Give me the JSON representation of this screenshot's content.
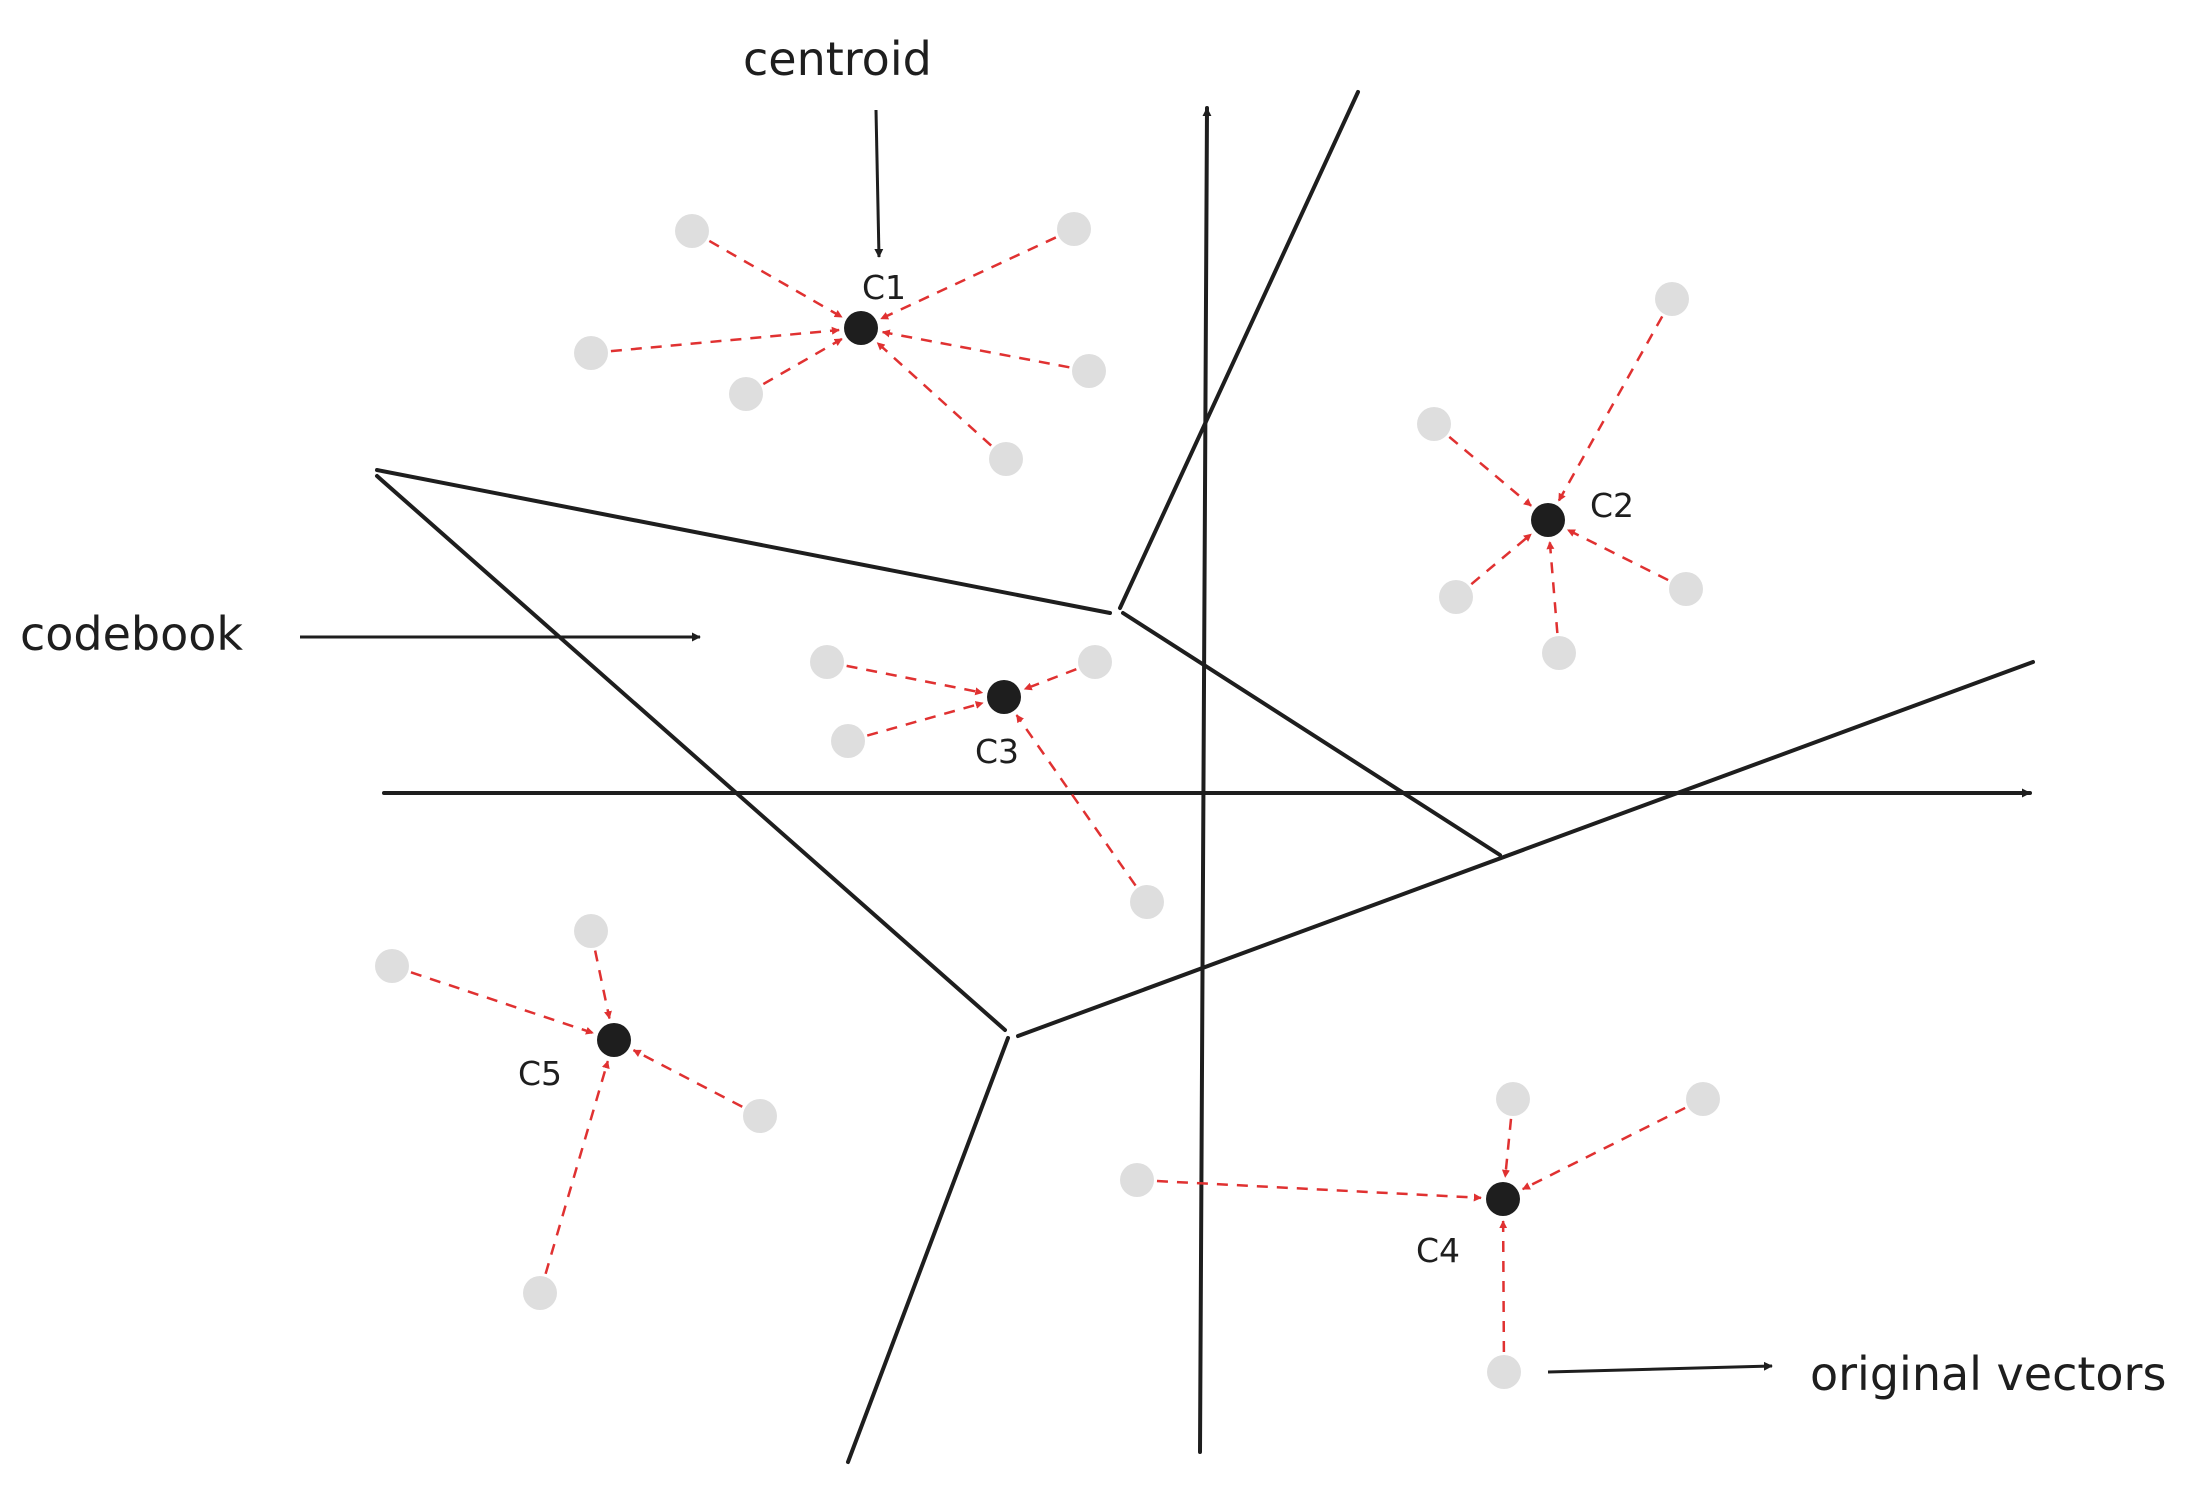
{
  "labels": {
    "centroid": "centroid",
    "codebook": "codebook",
    "original_vectors": "original vectors"
  },
  "centroids": [
    "C1",
    "C2",
    "C3",
    "C4",
    "C5"
  ],
  "colors": {
    "ink": "#1e1e1e",
    "arrow": "#e03131",
    "vector": "#dedede"
  }
}
